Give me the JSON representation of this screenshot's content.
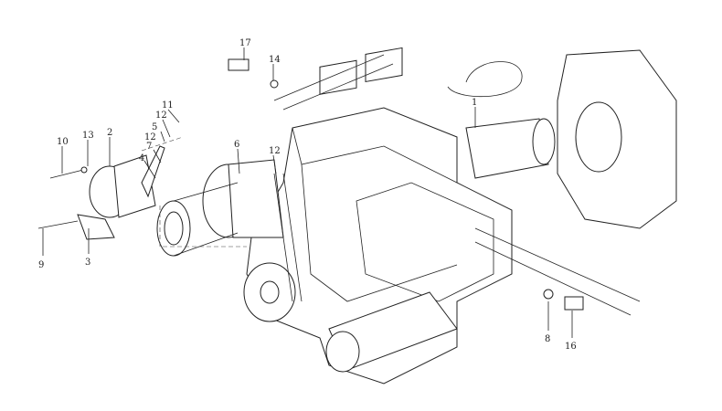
{
  "diagram": {
    "callouts": [
      {
        "id": "17",
        "label": "17"
      },
      {
        "id": "14",
        "label": "14"
      },
      {
        "id": "10",
        "label": "10"
      },
      {
        "id": "13",
        "label": "13"
      },
      {
        "id": "2",
        "label": "2"
      },
      {
        "id": "11",
        "label": "11"
      },
      {
        "id": "12a",
        "label": "12"
      },
      {
        "id": "5",
        "label": "5"
      },
      {
        "id": "12b",
        "label": "12"
      },
      {
        "id": "7",
        "label": "7"
      },
      {
        "id": "4",
        "label": "4"
      },
      {
        "id": "6",
        "label": "6"
      },
      {
        "id": "12c",
        "label": "12"
      },
      {
        "id": "1",
        "label": "1"
      },
      {
        "id": "9",
        "label": "9"
      },
      {
        "id": "3",
        "label": "3"
      },
      {
        "id": "8",
        "label": "8"
      },
      {
        "id": "16",
        "label": "16"
      }
    ]
  }
}
